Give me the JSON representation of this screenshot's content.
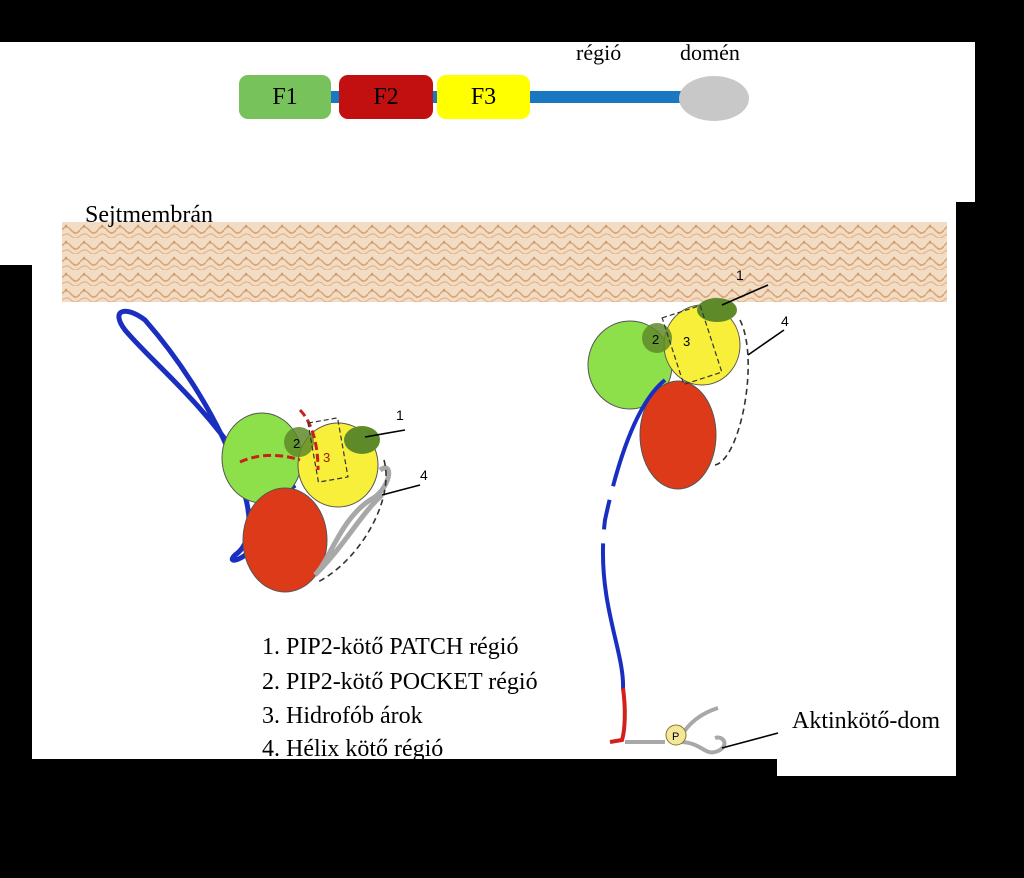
{
  "domain_bar": {
    "labels_top": {
      "region": "régió",
      "domain": "domén"
    },
    "boxes": [
      {
        "label": "F1",
        "color": "#77c25a"
      },
      {
        "label": "F2",
        "color": "#c21010"
      },
      {
        "label": "F3",
        "color": "#ffff00"
      }
    ],
    "linker_color": "#1a78c2",
    "end_domain_color": "#c8c8c8"
  },
  "membrane": {
    "label": "Sejtmembrán",
    "color": "#e8c09a"
  },
  "structure_labels": [
    "1",
    "2",
    "3",
    "4"
  ],
  "phospho_label": "P",
  "legend": [
    "1. PIP2-kötő PATCH régió",
    "2. PIP2-kötő POCKET régió",
    "3. Hidrofób árok",
    "4. Hélix kötő régió"
  ],
  "actin_label": "Aktinkötő-dom",
  "colors": {
    "f1": "#8ee04a",
    "f2": "#dd3a1a",
    "f3": "#f8ef3a",
    "patch": "#5f8a2a",
    "blue": "#1a2fc0",
    "red": "#d4201a",
    "gray": "#a8a8a8"
  }
}
